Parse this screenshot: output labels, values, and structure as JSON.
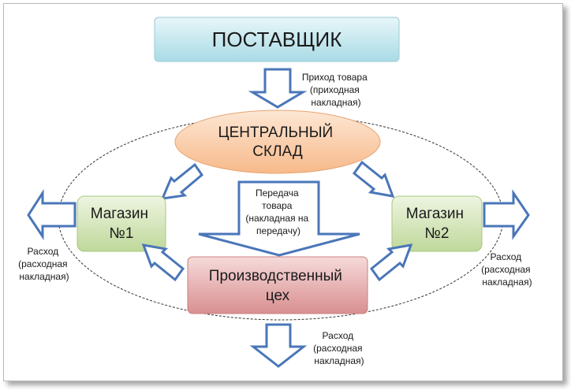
{
  "diagram": {
    "supplier": {
      "label": "ПОСТАВЩИК"
    },
    "warehouse": {
      "lines": [
        "ЦЕНТРАЛЬНЫЙ",
        "СКЛАД"
      ]
    },
    "store1": {
      "lines": [
        "Магазин",
        "№1"
      ]
    },
    "store2": {
      "lines": [
        "Магазин",
        "№2"
      ]
    },
    "workshop": {
      "lines": [
        "Производственный",
        "цех"
      ]
    },
    "notes": {
      "receipt": [
        "Приход товара",
        "(приходная",
        "накладная)"
      ],
      "transfer": [
        "Передача",
        "товара",
        "(накладная  на",
        "передачу)"
      ],
      "expense_left": [
        "Расход",
        "(расходная",
        "накладная)"
      ],
      "expense_right": [
        "Расход",
        "(расходная",
        "накладная)"
      ],
      "expense_bottom": [
        "Расход",
        "(расходная",
        "накладная)"
      ]
    }
  }
}
